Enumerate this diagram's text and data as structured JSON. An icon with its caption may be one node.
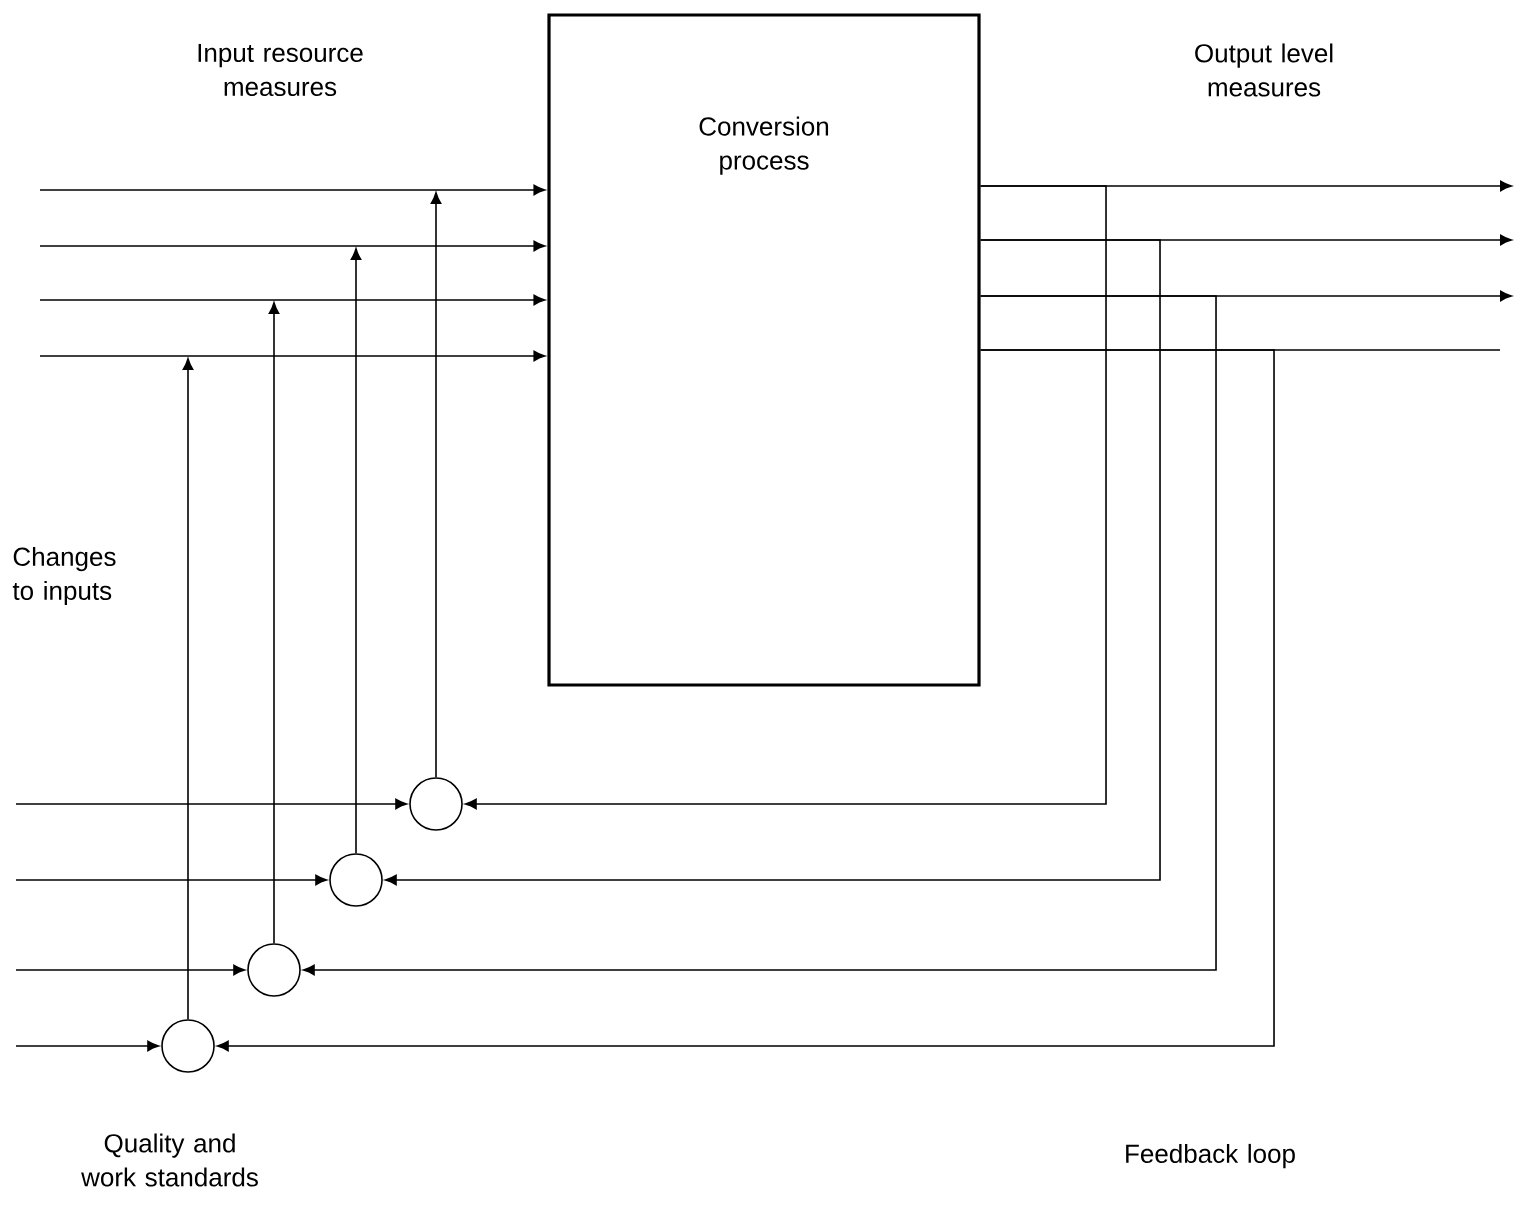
{
  "diagram": {
    "nodes": [
      {
        "text": [
          "Conversion process"
        ]
      },
      {
        "text": [],
        "shape": "circle"
      },
      {
        "text": [],
        "shape": "circle"
      },
      {
        "text": [],
        "shape": "circle"
      },
      {
        "text": [],
        "shape": "circle"
      }
    ],
    "edges": [
      {
        "from": null,
        "to": 0,
        "arrow": "to"
      },
      {
        "from": null,
        "to": 0,
        "arrow": "to"
      },
      {
        "from": null,
        "to": 0,
        "arrow": "to"
      },
      {
        "from": null,
        "to": 0,
        "arrow": "to"
      },
      {
        "from": 0,
        "to": null,
        "arrow": "to"
      },
      {
        "from": 0,
        "to": null,
        "arrow": "to"
      },
      {
        "from": 0,
        "to": null,
        "arrow": "to"
      },
      {
        "from": 0,
        "to": null,
        "arrow": "none"
      },
      {
        "from": 0,
        "to": 1,
        "arrow": "to"
      },
      {
        "from": 0,
        "to": 2,
        "arrow": "to"
      },
      {
        "from": 0,
        "to": 3,
        "arrow": "to"
      },
      {
        "from": 0,
        "to": 4,
        "arrow": "to"
      },
      {
        "from": null,
        "to": 1,
        "arrow": "to"
      },
      {
        "from": null,
        "to": 2,
        "arrow": "to"
      },
      {
        "from": null,
        "to": 3,
        "arrow": "to"
      },
      {
        "from": null,
        "to": 4,
        "arrow": "to"
      },
      {
        "from": 1,
        "to": null,
        "arrow": "to"
      },
      {
        "from": 2,
        "to": null,
        "arrow": "to"
      },
      {
        "from": 3,
        "to": null,
        "arrow": "to"
      },
      {
        "from": 4,
        "to": null,
        "arrow": "to"
      }
    ],
    "labels": [
      "Input resource measures",
      "Output level measures",
      "Changes to inputs",
      "Quality and work standards",
      "Feedback loop"
    ]
  }
}
